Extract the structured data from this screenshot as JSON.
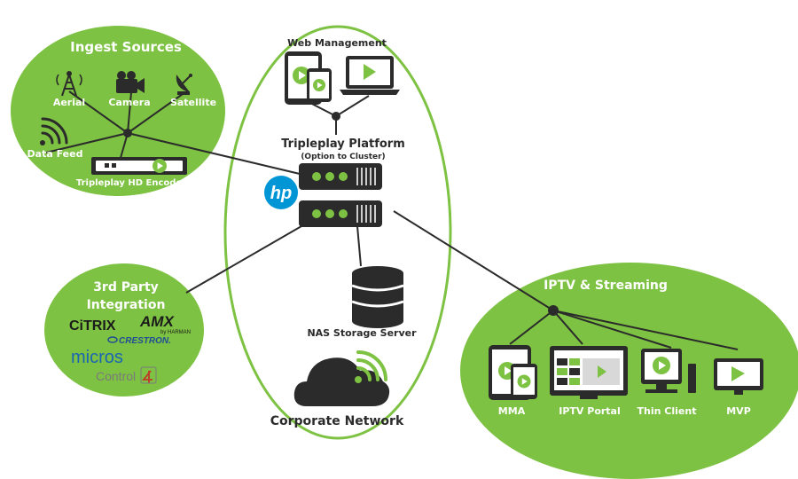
{
  "colors": {
    "green": "#7dc242",
    "green_dark": "#5d8f2c",
    "dark": "#2b2b2b",
    "white": "#ffffff",
    "hp_blue": "#0096d6",
    "citrix": "#1b1b1b",
    "micros": "#1a66b3",
    "crestron": "#1f4e96",
    "control4": "#7a7a7a"
  },
  "ingest": {
    "title": "Ingest Sources",
    "aerial": "Aerial",
    "camera": "Camera",
    "satellite": "Satellite",
    "data_feed": "Data Feed",
    "encoder": "Tripleplay HD Encoder"
  },
  "platform": {
    "web_mgmt": "Web Management",
    "title": "Tripleplay Platform",
    "subtitle": "(Option to Cluster)",
    "hp_logo": "hp",
    "nas": "NAS Storage Server",
    "corporate": "Corporate Network"
  },
  "third_party": {
    "title_line1": "3rd Party",
    "title_line2": "Integration",
    "citrix": "CiTRIX",
    "amx": "AMX",
    "amx_sub": "by HARMAN",
    "crestron": "CRESTRON.",
    "micros": "micros",
    "control4": "Control"
  },
  "iptv": {
    "title": "IPTV & Streaming",
    "mma": "MMA",
    "portal": "IPTV Portal",
    "thin_client": "Thin Client",
    "mvp": "MVP"
  }
}
